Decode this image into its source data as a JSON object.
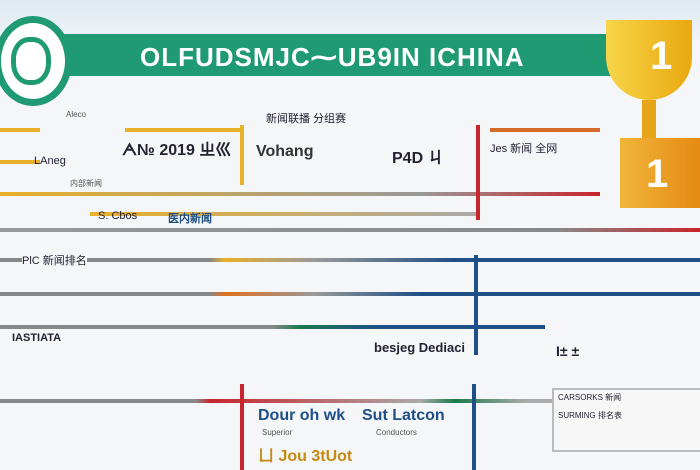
{
  "header": {
    "title": "OLFUDSMJC⁓UB9IN ICHINA",
    "trophy_number": "1",
    "podium_number": "1"
  },
  "colors": {
    "banner": "#1f9a72",
    "gold": "#e9a80e",
    "red": "#c8252c",
    "blue": "#1e4f86",
    "green": "#1a7a4c",
    "gray": "#8a8a8a"
  },
  "labels": {
    "l1": "Aleco",
    "l2": "LAneg",
    "l3": "内部新闻",
    "l4": "S. Cbos",
    "l5": "医内新闻",
    "c1": "ᗅ№ 2019 ㄓ巛",
    "c2": "Vohang",
    "c3": "P4D ㄐ",
    "c4": "Jes 新闻 全网",
    "c5": "新闻联播 分组赛",
    "c6": "PlC 新闻排名",
    "c7": "IASTIATA",
    "c8": "besjeg Dediaci",
    "c9": "Dour oh wk",
    "c10": "Sut Latcon",
    "c11": "ㄩ Jou 3tUot",
    "c12": "CARSORKS 新闻",
    "c13": "SURMING 排名表",
    "c14": "Conductors",
    "c15": "Superior",
    "c16": "I± ±"
  }
}
